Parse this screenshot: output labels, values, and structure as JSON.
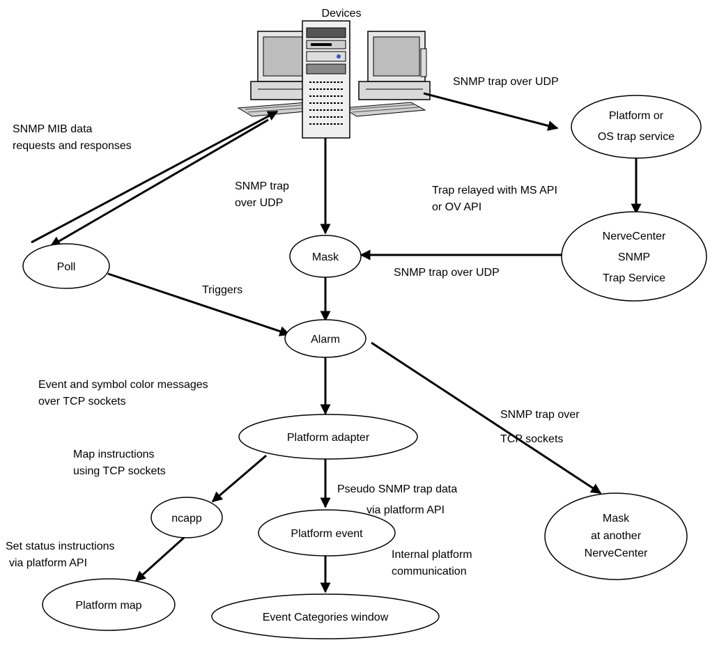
{
  "devices": {
    "title": "Devices",
    "icon": "computers-and-server-icon"
  },
  "nodes": {
    "platform_trap_service": [
      "Platform or",
      "OS trap service"
    ],
    "nervecenter_trap_service": [
      "NerveCenter",
      "SNMP",
      "Trap Service"
    ],
    "mask": "Mask",
    "poll": "Poll",
    "alarm": "Alarm",
    "platform_adapter": "Platform adapter",
    "ncapp": "ncapp",
    "platform_event": "Platform event",
    "platform_map": "Platform map",
    "event_categories": "Event Categories window",
    "remote_mask": [
      "Mask",
      "at another",
      "NerveCenter"
    ]
  },
  "labels": {
    "snmp_mib": [
      "SNMP MIB data",
      "requests and responses"
    ],
    "snmp_trap_udp_devices": "SNMP trap over UDP",
    "snmp_trap_udp_mask": [
      "SNMP trap",
      "over UDP"
    ],
    "trap_relayed": [
      "Trap relayed with MS API",
      "or OV API"
    ],
    "snmp_trap_udp_nervecenter": "SNMP trap over UDP",
    "triggers": "Triggers",
    "event_symbol": [
      "Event and symbol color messages",
      "over TCP sockets"
    ],
    "snmp_trap_tcp": [
      "SNMP trap over",
      "TCP sockets"
    ],
    "map_instructions": [
      "Map instructions",
      "using TCP sockets"
    ],
    "pseudo_trap": [
      "Pseudo SNMP trap data",
      "via platform API"
    ],
    "set_status": [
      "Set status instructions",
      "via platform API"
    ],
    "internal_comm": [
      "Internal platform",
      "communication"
    ]
  }
}
